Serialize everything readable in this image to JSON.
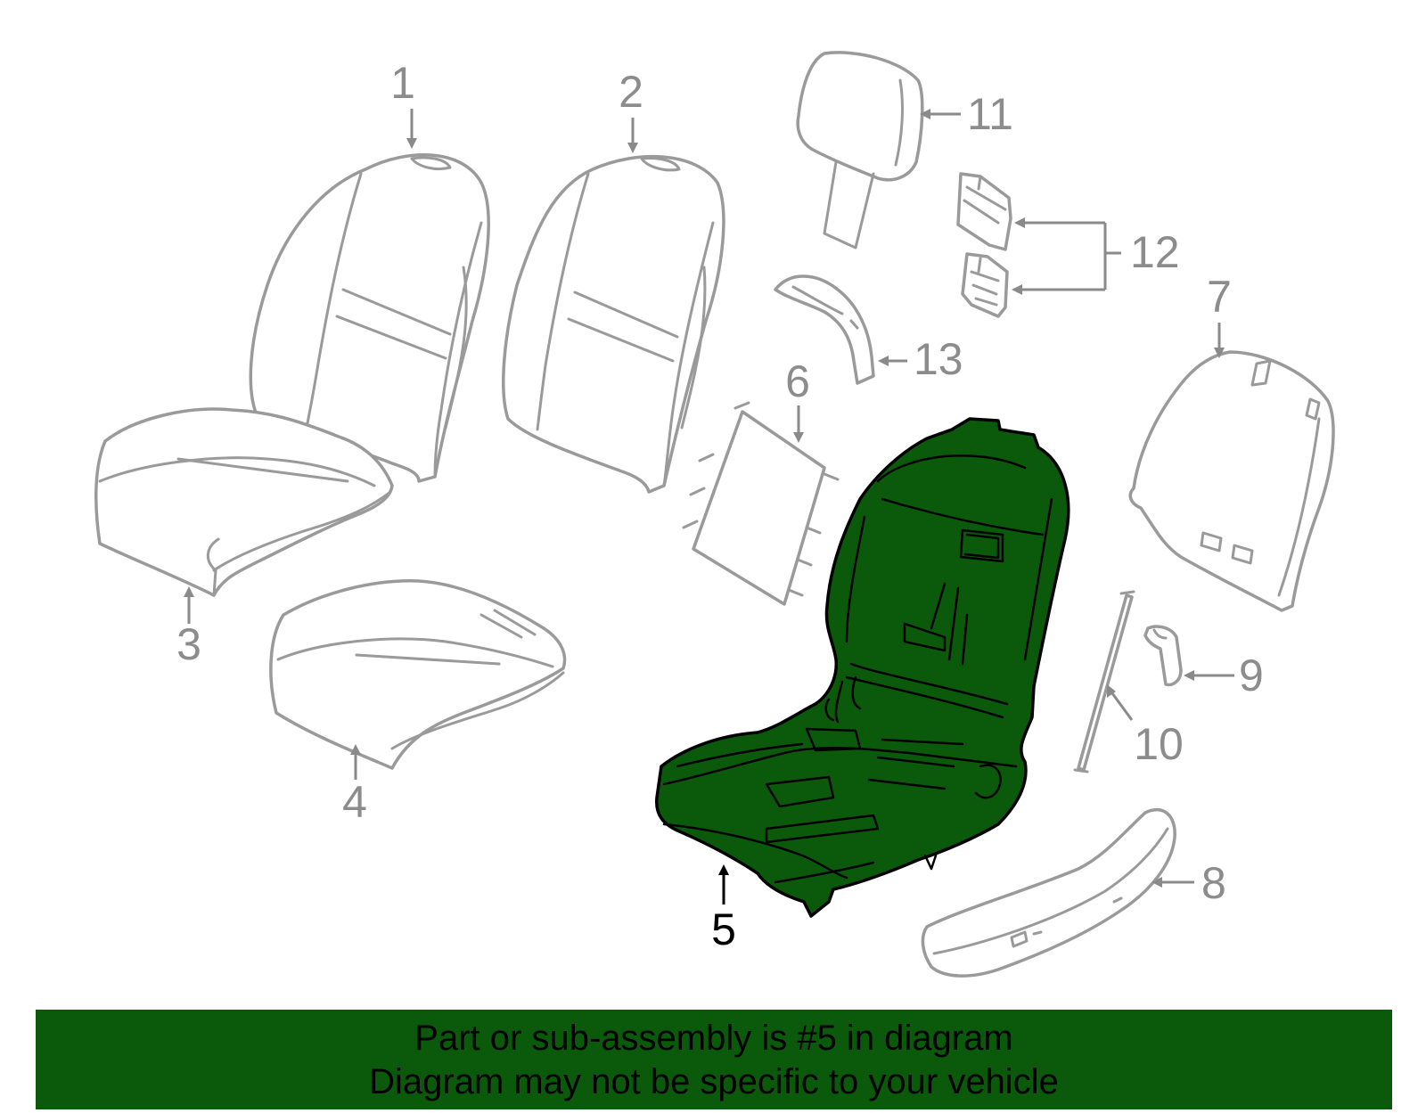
{
  "callouts": {
    "c1": "1",
    "c2": "2",
    "c3": "3",
    "c4": "4",
    "c5": "5",
    "c6": "6",
    "c7": "7",
    "c8": "8",
    "c9": "9",
    "c10": "10",
    "c11": "11",
    "c12": "12",
    "c13": "13"
  },
  "highlighted_part": "5",
  "banner": {
    "line1": "Part or sub-assembly is #5 in diagram",
    "line2": "Diagram may not be specific to your vehicle"
  },
  "colors": {
    "highlight": "#0b5a0b",
    "line_art": "#9a9a9a",
    "highlight_outline": "#000000",
    "background": "#ffffff"
  }
}
